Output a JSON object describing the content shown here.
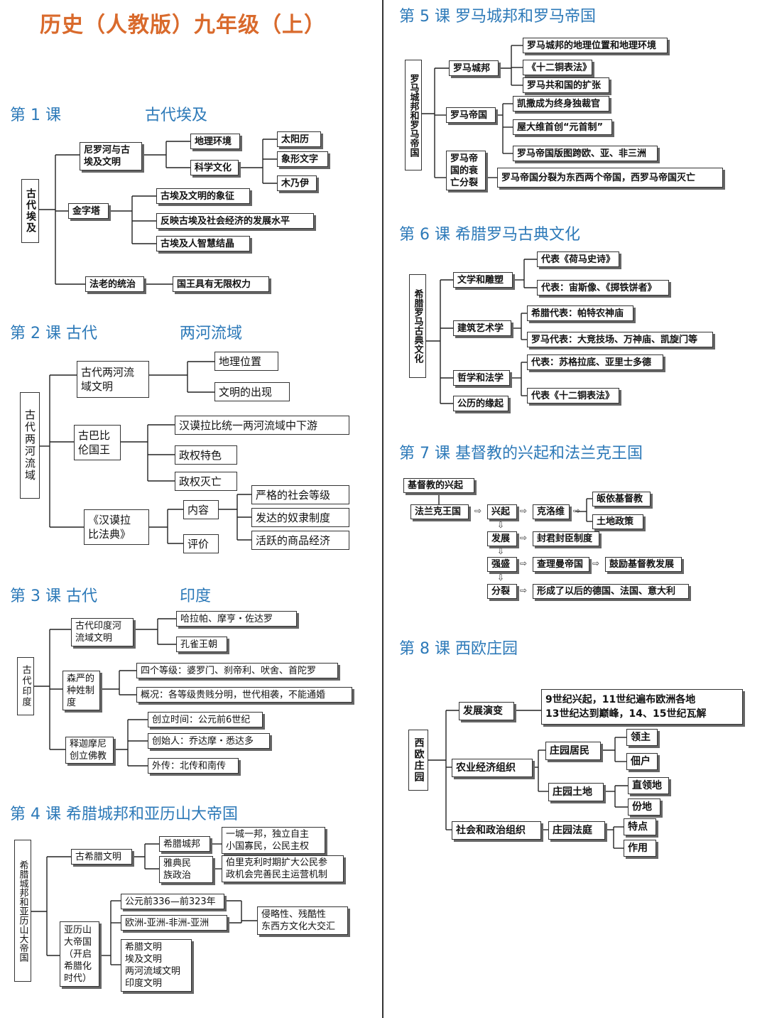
{
  "title": "历史（人教版）九年级（上）",
  "lessons": {
    "l1": {
      "num": "第 1 课",
      "name": "古代埃及",
      "root": "古代埃及",
      "b1": "尼罗河与古\n埃及文明",
      "b1a": "地理环境",
      "b1b": "科学文化",
      "b1b1": "太阳历",
      "b1b2": "象形文字",
      "b1b3": "木乃伊",
      "b2": "金字塔",
      "b2a": "古埃及文明的象征",
      "b2b": "反映古埃及社会经济的发展水平",
      "b2c": "古埃及人智慧结晶",
      "b3": "法老的统治",
      "b3a": "国王具有无限权力"
    },
    "l2": {
      "num": "第 2 课",
      "name1": "古代",
      "name2": "两河流域",
      "root": "古代两河流域",
      "b1": "古代两河流\n域文明",
      "b1a": "地理位置",
      "b1b": "文明的出现",
      "b2": "古巴比\n伦国王",
      "b2a": "汉谟拉比统一两河流域中下游",
      "b2b": "政权特色",
      "b2c": "政权灭亡",
      "b3": "《汉谟拉\n比法典》",
      "b3a": "内容",
      "b3b": "评价",
      "b3a1": "严格的社会等级",
      "b3a2": "发达的奴隶制度",
      "b3a3": "活跃的商品经济"
    },
    "l3": {
      "num": "第 3 课",
      "name1": "古代",
      "name2": "印度",
      "root": "古代印度",
      "b1": "古代印度河\n流域文明",
      "b1a": "哈拉帕、摩亨・佐达罗",
      "b1b": "孔雀王朝",
      "b2": "森严的\n种姓制\n度",
      "b2a": "四个等级：婆罗门、刹帝利、吠舍、首陀罗",
      "b2b": "概况：各等级贵贱分明，世代相袭，不能通婚",
      "b3": "释迦摩尼\n创立佛教",
      "b3a": "创立时间：公元前6世纪",
      "b3b": "创始人：乔达摩・悉达多",
      "b3c": "外传：北传和南传"
    },
    "l4": {
      "num": "第 4 课",
      "name": "希腊城邦和亚历山大帝国",
      "root": "希腊城邦和亚历山大帝国",
      "b1": "古希腊文明",
      "b1a": "希腊城邦",
      "b1b": "雅典民\n族政治",
      "b1a1": "一城一邦，独立自主\n小国寡民，公民主权",
      "b1b1": "伯里克利时期扩大公民参\n政机会完善民主运营机制",
      "b2": "亚历山\n大帝国\n（开启\n希腊化\n时代）",
      "b2a": "公元前336—前323年",
      "b2b": "欧洲-亚洲-非洲-亚洲",
      "b2c": "希腊文明\n埃及文明\n两河流域文明\n印度文明",
      "b2d": "侵略性、残酷性\n东西方文化大交汇"
    },
    "l5": {
      "num": "第 5 课",
      "name": "罗马城邦和罗马帝国",
      "root": "罗马城邦和罗马帝国",
      "b1": "罗马城邦",
      "b1a": "罗马城邦的地理位置和地理环境",
      "b1b": "《十二铜表法》",
      "b1c": "罗马共和国的扩张",
      "b2": "罗马帝国",
      "b2a": "凯撒成为终身独裁官",
      "b2b": "屋大维首创“元首制”",
      "b2c": "罗马帝国版图跨欧、亚、非三洲",
      "b3": "罗马帝\n国的衰\n亡分裂",
      "b3a": "罗马帝国分裂为东西两个帝国，西罗马帝国灭亡"
    },
    "l6": {
      "num": "第 6 课",
      "name": "希腊罗马古典文化",
      "root": "希腊罗马古典文化",
      "b1": "文学和雕塑",
      "b1a": "代表《荷马史诗》",
      "b1b": "代表：宙斯像、《掷铁饼者》",
      "b2": "建筑艺术学",
      "b2a": "希腊代表：帕特农神庙",
      "b2b": "罗马代表：大竞技场、万神庙、凯旋门等",
      "b3": "哲学和法学",
      "b3a": "代表：苏格拉底、亚里士多德",
      "b3b": "代表《十二铜表法》",
      "b4": "公历的缘起"
    },
    "l7": {
      "num": "第 7 课",
      "name": "基督教的兴起和法兰克王国",
      "a": "基督教的兴起",
      "b": "法兰克王国",
      "c": "兴起",
      "d": "克洛维",
      "e1": "皈依基督教",
      "e2": "土地政策",
      "f": "发展",
      "f1": "封君封臣制度",
      "g": "强盛",
      "g1": "查理曼帝国",
      "g2": "鼓励基督教发展",
      "h": "分裂",
      "h1": "形成了以后的德国、法国、意大利"
    },
    "l8": {
      "num": "第 8 课",
      "name": "西欧庄园",
      "root": "西欧庄园",
      "b1": "发展演变",
      "b1a": "9世纪兴起，11世纪遍布欧洲各地\n13世纪达到巅峰，14、15世纪瓦解",
      "b2": "农业经济组织",
      "b2a": "庄园居民",
      "b2a1": "领主",
      "b2a2": "佃户",
      "b2b": "庄园土地",
      "b2b1": "直领地",
      "b2b2": "份地",
      "b3": "社会和政治组织",
      "b3a": "庄园法庭",
      "b3a1": "特点",
      "b3a2": "作用"
    }
  }
}
